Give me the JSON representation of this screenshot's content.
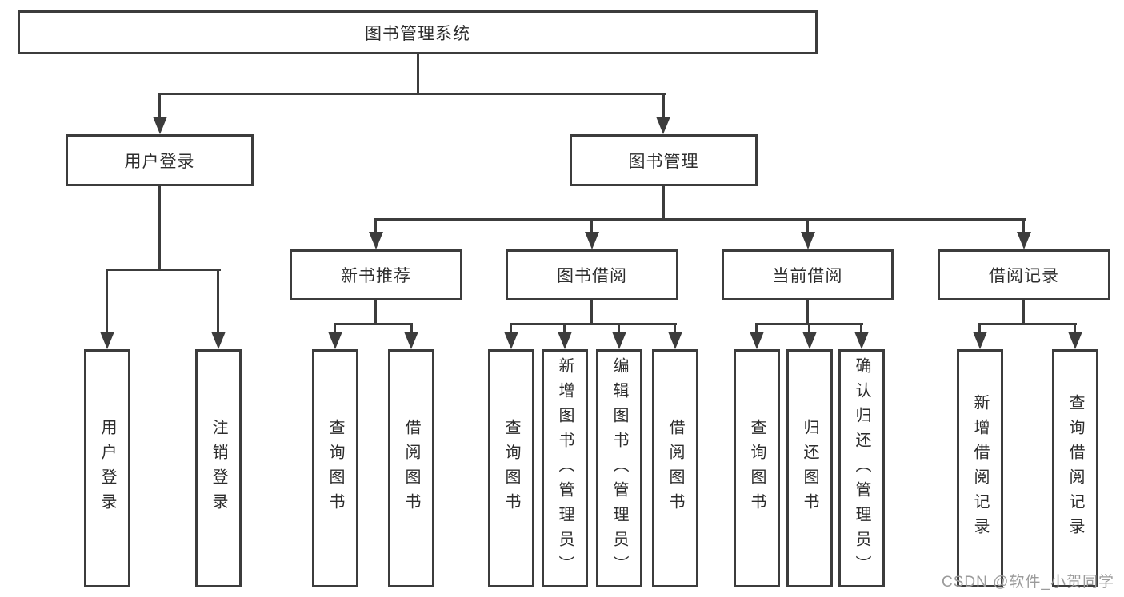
{
  "tree": {
    "root": {
      "label": "图书管理系统",
      "children": [
        {
          "label": "用户登录",
          "children": [
            {
              "label": "用户登录"
            },
            {
              "label": "注销登录"
            }
          ]
        },
        {
          "label": "图书管理",
          "children": [
            {
              "label": "新书推荐",
              "children": [
                {
                  "label": "查询图书"
                },
                {
                  "label": "借阅图书"
                }
              ]
            },
            {
              "label": "图书借阅",
              "children": [
                {
                  "label": "查询图书"
                },
                {
                  "label": "新增图书（管理员）"
                },
                {
                  "label": "编辑图书（管理员）"
                },
                {
                  "label": "借阅图书"
                }
              ]
            },
            {
              "label": "当前借阅",
              "children": [
                {
                  "label": "查询图书"
                },
                {
                  "label": "归还图书"
                },
                {
                  "label": "确认归还（管理员）"
                }
              ]
            },
            {
              "label": "借阅记录",
              "children": [
                {
                  "label": "新增借阅记录"
                },
                {
                  "label": "查询借阅记录"
                }
              ]
            }
          ]
        }
      ]
    }
  },
  "watermark": {
    "text": "CSDN @软件_小贺同学"
  },
  "colors": {
    "line": "#3c3c3c",
    "text": "#2d2d2d",
    "watermark": "#9b9b9b",
    "background": "#ffffff"
  }
}
